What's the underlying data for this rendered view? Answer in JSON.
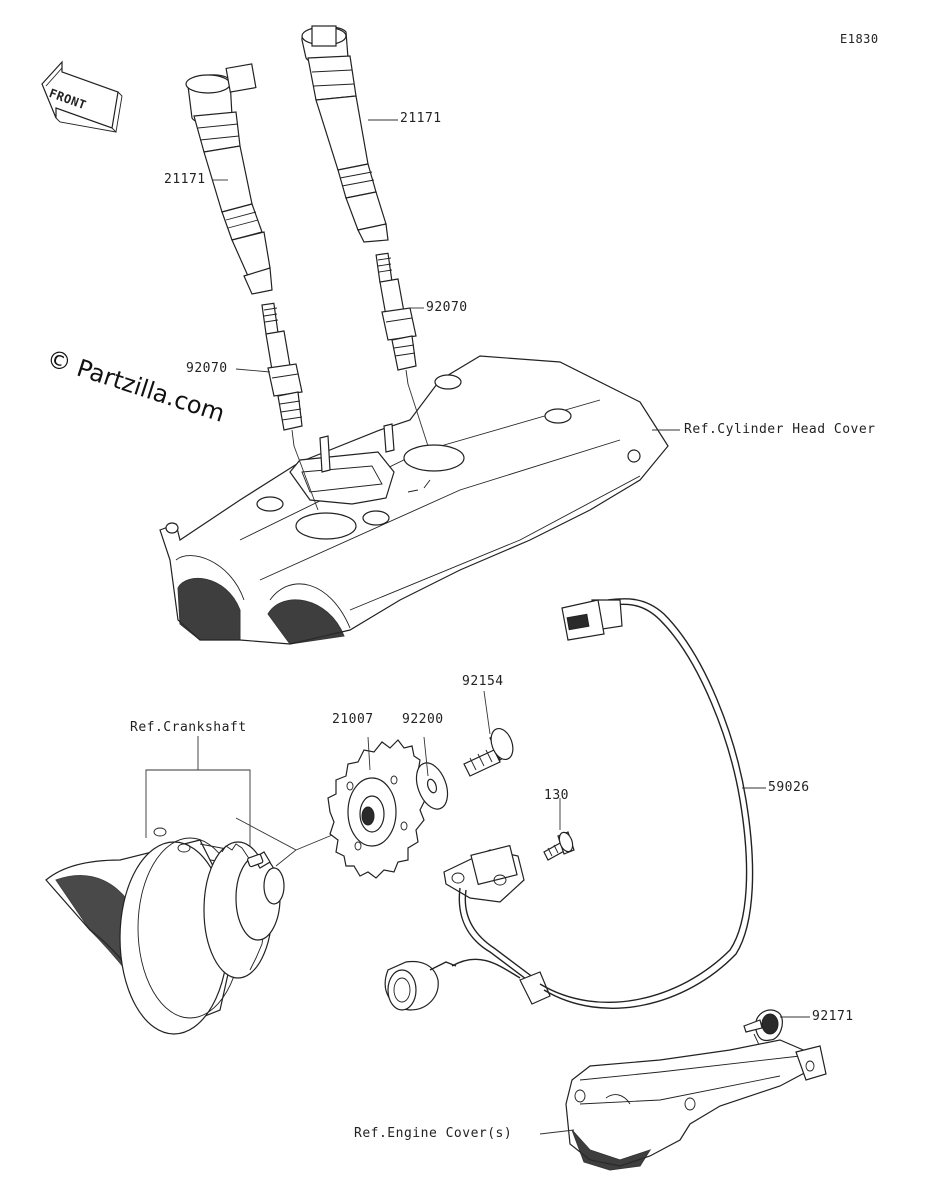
{
  "diagram": {
    "id": "E1830",
    "front_label": "FRONT",
    "watermark": "© Partzilla.com",
    "parts": [
      {
        "key": "coil_rear",
        "number": "21171"
      },
      {
        "key": "coil_front",
        "number": "21171"
      },
      {
        "key": "plug_front",
        "number": "92070"
      },
      {
        "key": "plug_rear",
        "number": "92070"
      },
      {
        "key": "rotor",
        "number": "21007"
      },
      {
        "key": "washer",
        "number": "92200"
      },
      {
        "key": "bolt_rotor",
        "number": "92154"
      },
      {
        "key": "bolt_sensor",
        "number": "130"
      },
      {
        "key": "sensor_harness",
        "number": "59026"
      },
      {
        "key": "clamp",
        "number": "92171"
      }
    ],
    "refs": {
      "cylinder_head_cover": "Ref.Cylinder Head Cover",
      "crankshaft": "Ref.Crankshaft",
      "engine_cover": "Ref.Engine Cover(s)"
    }
  }
}
